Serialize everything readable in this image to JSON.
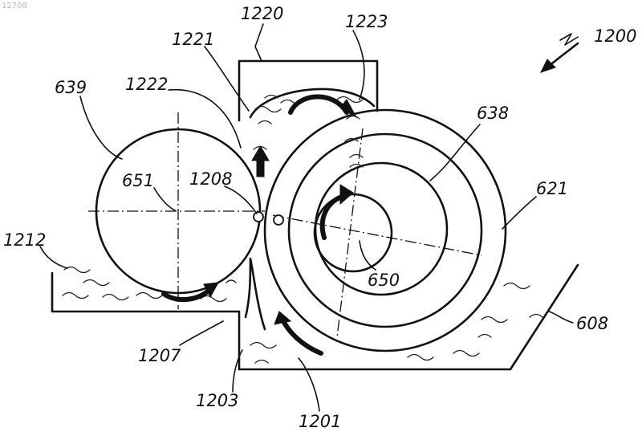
{
  "corner_code": "12708",
  "labels": {
    "l1200": "1200",
    "l1220": "1220",
    "l1221": "1221",
    "l1222": "1222",
    "l1223": "1223",
    "l639": "639",
    "l638": "638",
    "l651": "651",
    "l1208": "1208",
    "l621": "621",
    "l1212": "1212",
    "l650": "650",
    "l608": "608",
    "l1207": "1207",
    "l1203": "1203",
    "l1201": "1201"
  }
}
